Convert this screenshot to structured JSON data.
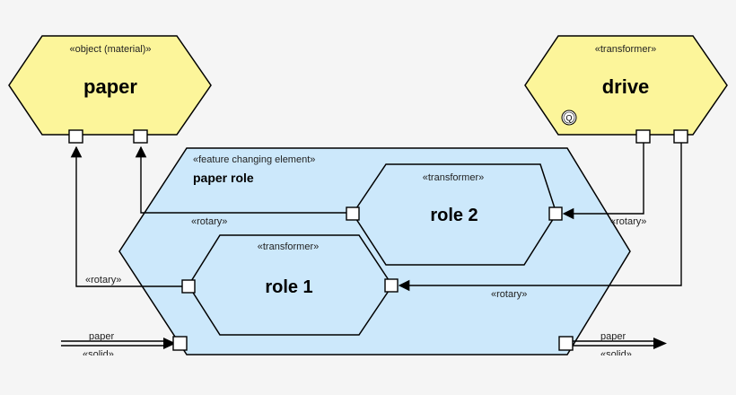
{
  "colors": {
    "background": "#f5f5f5",
    "yellow_fill": "#fcf59a",
    "blue_fill": "#cce8fb",
    "stroke": "#000000"
  },
  "paper_element": {
    "stereotype": "«object (material)»",
    "name": "paper"
  },
  "drive_element": {
    "stereotype": "«transformer»",
    "name": "drive",
    "icon": "q-circle-icon",
    "icon_text": "Q"
  },
  "paper_role_element": {
    "stereotype": "«feature changing element»",
    "name": "paper role"
  },
  "role2_element": {
    "stereotype": "«transformer»",
    "name": "role 2"
  },
  "role1_element": {
    "stereotype": "«transformer»",
    "name": "role 1"
  },
  "flows": {
    "rotary_a": "«rotary»",
    "rotary_b": "«rotary»",
    "rotary_c": "«rotary»",
    "rotary_d": "«rotary»",
    "paper_in_name": "paper",
    "paper_in_kind": "«solid»",
    "paper_out_name": "paper",
    "paper_out_kind": "«solid»"
  }
}
